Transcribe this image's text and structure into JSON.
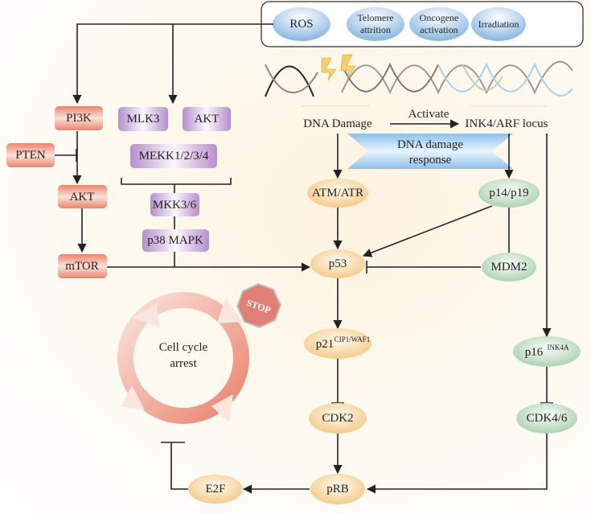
{
  "stressors": {
    "ros": "ROS",
    "telomere": [
      "Telomere",
      "attrition"
    ],
    "oncogene": [
      "Oncogene",
      "activation"
    ],
    "irradiation": "Irradiation"
  },
  "left_pathway": {
    "pi3k": "PI3K",
    "pten": "PTEN",
    "akt": "AKT",
    "mtor": "mTOR"
  },
  "mapk_pathway": {
    "mlk3": "MLK3",
    "akt": "AKT",
    "mekk": "MEKK1/2/3/4",
    "mkk": "MKK3/6",
    "p38": "p38 MAPK"
  },
  "dna": {
    "damage": "DNA Damage",
    "activate": "Activate",
    "locus": "INK4/ARF locus",
    "response": [
      "DNA damage",
      "response"
    ]
  },
  "nodes": {
    "atm": "ATM/ATR",
    "p14": "p14/p19",
    "p53": "p53",
    "mdm2": "MDM2",
    "p21": "p21",
    "p21_sup": "CIP1/WAF1",
    "p16": "p16",
    "p16_sup": "INK4A",
    "cdk2": "CDK2",
    "cdk46": "CDK4/6",
    "prb": "pRB",
    "e2f": "E2F"
  },
  "cell_cycle": {
    "label": [
      "Cell cycle",
      "arrest"
    ],
    "stop": "STOP"
  },
  "colors": {
    "salmon": "#e8806b",
    "purple": "#b58fcc",
    "blue": "#86b6e2",
    "orange": "#f3c27a",
    "green": "#9fcca3",
    "arrow_ring": "#e9836f"
  }
}
